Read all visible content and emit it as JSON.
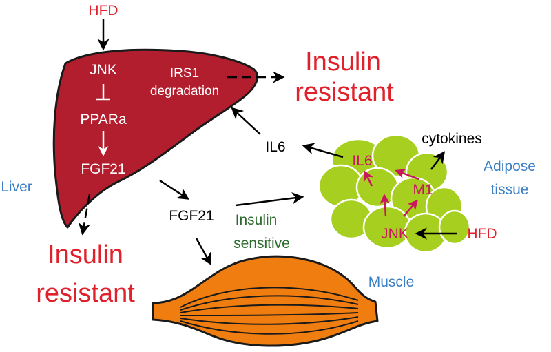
{
  "colors": {
    "liver_fill": "#b31e2e",
    "adipose_fill": "#a6cf1f",
    "muscle_fill": "#f07d10",
    "red_text": "#e0202a",
    "blue_text": "#3d7fc4",
    "green_text": "#2e6b2e",
    "magenta_arrow": "#c8175c"
  },
  "icons": {
    "liver": "liver-shape",
    "adipose": "fat-cell-cluster",
    "muscle": "muscle-spindle"
  },
  "labels": {
    "hfd_top": "HFD",
    "jnk_liver": "JNK",
    "ppara": "PPARa",
    "fgf21_liver": "FGF21",
    "irs1_line1": "IRS1",
    "irs1_line2": "degradation",
    "insulin_resistant_top_line1": "Insulin",
    "insulin_resistant_top_line2": "resistant",
    "il6_mid": "IL6",
    "cytokines": "cytokines",
    "adipose_line1": "Adipose",
    "adipose_line2": "tissue",
    "liver": "Liver",
    "fgf21_mid": "FGF21",
    "insulin_sensitive_line1": "Insulin",
    "insulin_sensitive_line2": "sensitive",
    "il6_adipose": "IL6",
    "m1": "M1",
    "jnk_adipose": "JNK",
    "hfd_right": "HFD",
    "insulin_resistant_bottom_line1": "Insulin",
    "insulin_resistant_bottom_line2": "resistant",
    "muscle": "Muscle"
  }
}
